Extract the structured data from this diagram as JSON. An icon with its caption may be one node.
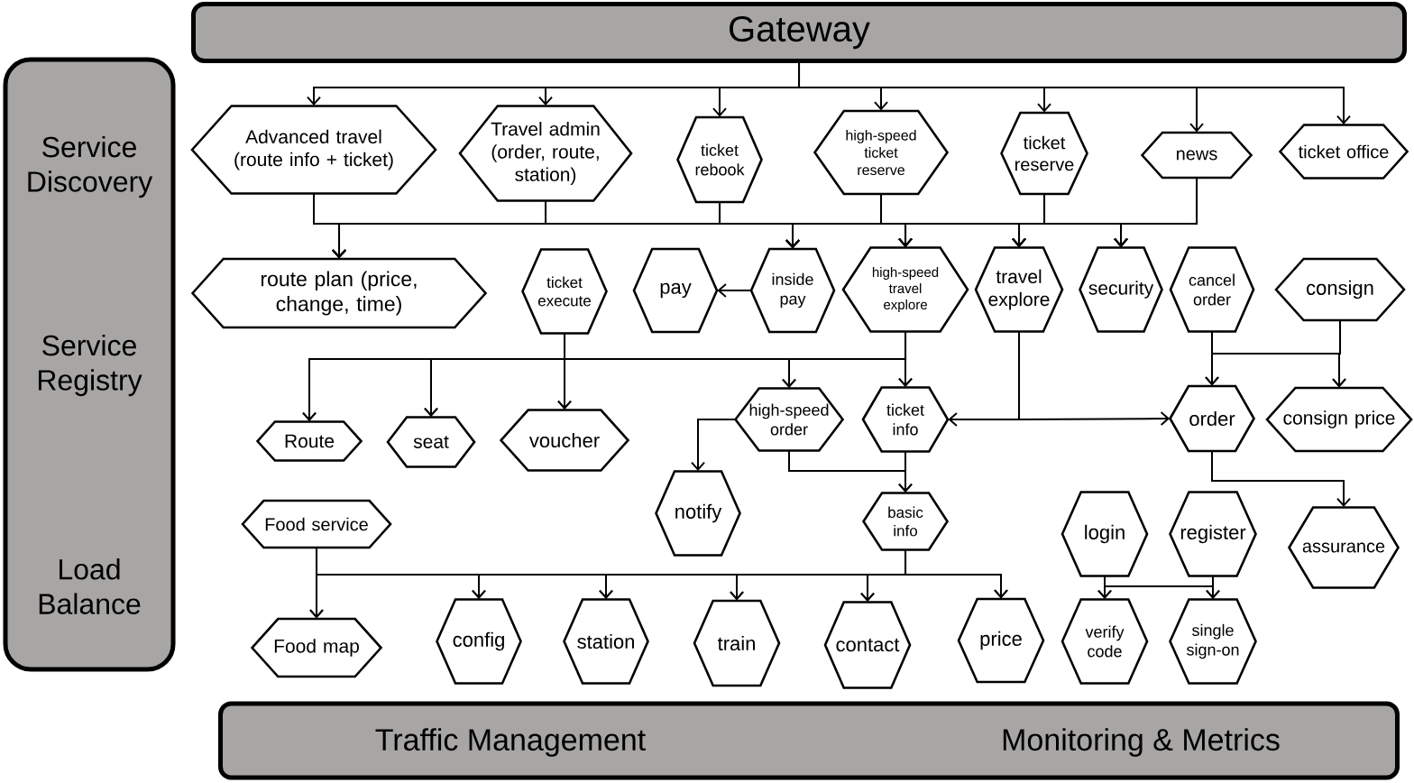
{
  "diagram": {
    "nodes": [
      {
        "text": [
          "Gateway"
        ]
      },
      {
        "text": [
          "Service Discovery",
          "Service Registry",
          "Load Balance"
        ]
      },
      {
        "text": [
          "Advanced travel (route info + ticket)"
        ]
      },
      {
        "text": [
          "Travel admin (order, route, station)"
        ]
      },
      {
        "text": [
          "ticket rebook"
        ]
      },
      {
        "text": [
          "high-speed ticket reserve"
        ]
      },
      {
        "text": [
          "ticket reserve"
        ]
      },
      {
        "text": [
          "news"
        ]
      },
      {
        "text": [
          "ticket office"
        ]
      },
      {
        "text": [
          "route plan (price, change, time)"
        ]
      },
      {
        "text": [
          "ticket execute"
        ]
      },
      {
        "text": [
          "pay"
        ]
      },
      {
        "text": [
          "inside pay"
        ]
      },
      {
        "text": [
          "high-speed travel explore"
        ]
      },
      {
        "text": [
          "travel explore"
        ]
      },
      {
        "text": [
          "security"
        ]
      },
      {
        "text": [
          "cancel order"
        ]
      },
      {
        "text": [
          "consign"
        ]
      },
      {
        "text": [
          "Route"
        ]
      },
      {
        "text": [
          "seat"
        ]
      },
      {
        "text": [
          "voucher"
        ]
      },
      {
        "text": [
          "high-speed order"
        ]
      },
      {
        "text": [
          "ticket info"
        ]
      },
      {
        "text": [
          "order"
        ]
      },
      {
        "text": [
          "consign price"
        ]
      },
      {
        "text": [
          "notify"
        ]
      },
      {
        "text": [
          "Food service"
        ]
      },
      {
        "text": [
          "basic info"
        ]
      },
      {
        "text": [
          "login"
        ]
      },
      {
        "text": [
          "register"
        ]
      },
      {
        "text": [
          "assurance"
        ]
      },
      {
        "text": [
          "Food map"
        ]
      },
      {
        "text": [
          "config"
        ]
      },
      {
        "text": [
          "station"
        ]
      },
      {
        "text": [
          "train"
        ]
      },
      {
        "text": [
          "contact"
        ]
      },
      {
        "text": [
          "price"
        ]
      },
      {
        "text": [
          "verify code"
        ]
      },
      {
        "text": [
          "single sign-on"
        ]
      },
      {
        "text": [
          "Traffic Management",
          "Monitoring & Metrics"
        ]
      }
    ],
    "edges": [
      {
        "from": 0,
        "to": 2,
        "arrow": "to"
      },
      {
        "from": 0,
        "to": 3,
        "arrow": "to"
      },
      {
        "from": 0,
        "to": 4,
        "arrow": "to"
      },
      {
        "from": 0,
        "to": 5,
        "arrow": "to"
      },
      {
        "from": 0,
        "to": 6,
        "arrow": "to"
      },
      {
        "from": 0,
        "to": 7,
        "arrow": "to"
      },
      {
        "from": 0,
        "to": 8,
        "arrow": "to"
      },
      {
        "from": 2,
        "to": 9,
        "arrow": "to"
      },
      {
        "from": 2,
        "to": 12,
        "arrow": "to"
      },
      {
        "from": 2,
        "to": 13,
        "arrow": "to"
      },
      {
        "from": 2,
        "to": 14,
        "arrow": "to"
      },
      {
        "from": 2,
        "to": 15,
        "arrow": "to"
      },
      {
        "from": 3,
        "to": 9,
        "arrow": "to"
      },
      {
        "from": 3,
        "to": 12,
        "arrow": "to"
      },
      {
        "from": 3,
        "to": 13,
        "arrow": "to"
      },
      {
        "from": 3,
        "to": 14,
        "arrow": "to"
      },
      {
        "from": 3,
        "to": 15,
        "arrow": "to"
      },
      {
        "from": 4,
        "to": 9,
        "arrow": "to"
      },
      {
        "from": 4,
        "to": 12,
        "arrow": "to"
      },
      {
        "from": 4,
        "to": 13,
        "arrow": "to"
      },
      {
        "from": 4,
        "to": 14,
        "arrow": "to"
      },
      {
        "from": 4,
        "to": 15,
        "arrow": "to"
      },
      {
        "from": 5,
        "to": 9,
        "arrow": "to"
      },
      {
        "from": 5,
        "to": 12,
        "arrow": "to"
      },
      {
        "from": 5,
        "to": 13,
        "arrow": "to"
      },
      {
        "from": 5,
        "to": 14,
        "arrow": "to"
      },
      {
        "from": 5,
        "to": 15,
        "arrow": "to"
      },
      {
        "from": 6,
        "to": 9,
        "arrow": "to"
      },
      {
        "from": 6,
        "to": 12,
        "arrow": "to"
      },
      {
        "from": 6,
        "to": 13,
        "arrow": "to"
      },
      {
        "from": 6,
        "to": 14,
        "arrow": "to"
      },
      {
        "from": 6,
        "to": 15,
        "arrow": "to"
      },
      {
        "from": 7,
        "to": 9,
        "arrow": "to"
      },
      {
        "from": 7,
        "to": 12,
        "arrow": "to"
      },
      {
        "from": 7,
        "to": 13,
        "arrow": "to"
      },
      {
        "from": 7,
        "to": 14,
        "arrow": "to"
      },
      {
        "from": 7,
        "to": 15,
        "arrow": "to"
      },
      {
        "from": 12,
        "to": 11,
        "arrow": "to"
      },
      {
        "from": 10,
        "to": 18,
        "arrow": "to"
      },
      {
        "from": 10,
        "to": 19,
        "arrow": "to"
      },
      {
        "from": 10,
        "to": 20,
        "arrow": "to"
      },
      {
        "from": 10,
        "to": 21,
        "arrow": "to"
      },
      {
        "from": 10,
        "to": 22,
        "arrow": "to"
      },
      {
        "from": 13,
        "to": 18,
        "arrow": "to"
      },
      {
        "from": 13,
        "to": 19,
        "arrow": "to"
      },
      {
        "from": 13,
        "to": 20,
        "arrow": "to"
      },
      {
        "from": 13,
        "to": 21,
        "arrow": "to"
      },
      {
        "from": 13,
        "to": 22,
        "arrow": "to"
      },
      {
        "from": 21,
        "to": 25,
        "arrow": "to"
      },
      {
        "from": 21,
        "to": 27,
        "arrow": "to"
      },
      {
        "from": 22,
        "to": 27,
        "arrow": "to"
      },
      {
        "from": 14,
        "to": 22,
        "arrow": "to"
      },
      {
        "from": 14,
        "to": 23,
        "arrow": "to"
      },
      {
        "from": 16,
        "to": 23,
        "arrow": "to"
      },
      {
        "from": 16,
        "to": 24,
        "arrow": "to"
      },
      {
        "from": 17,
        "to": 23,
        "arrow": "to"
      },
      {
        "from": 17,
        "to": 24,
        "arrow": "to"
      },
      {
        "from": 23,
        "to": 30,
        "arrow": "to"
      },
      {
        "from": 26,
        "to": 31,
        "arrow": "to"
      },
      {
        "from": 26,
        "to": 32,
        "arrow": "to"
      },
      {
        "from": 26,
        "to": 33,
        "arrow": "to"
      },
      {
        "from": 26,
        "to": 34,
        "arrow": "to"
      },
      {
        "from": 26,
        "to": 35,
        "arrow": "to"
      },
      {
        "from": 26,
        "to": 36,
        "arrow": "to"
      },
      {
        "from": 27,
        "to": 31,
        "arrow": "to"
      },
      {
        "from": 27,
        "to": 32,
        "arrow": "to"
      },
      {
        "from": 27,
        "to": 33,
        "arrow": "to"
      },
      {
        "from": 27,
        "to": 34,
        "arrow": "to"
      },
      {
        "from": 27,
        "to": 35,
        "arrow": "to"
      },
      {
        "from": 27,
        "to": 36,
        "arrow": "to"
      },
      {
        "from": 28,
        "to": 37,
        "arrow": "to"
      },
      {
        "from": 28,
        "to": 38,
        "arrow": "to"
      },
      {
        "from": 29,
        "to": 37,
        "arrow": "to"
      },
      {
        "from": 29,
        "to": 38,
        "arrow": "to"
      }
    ]
  }
}
